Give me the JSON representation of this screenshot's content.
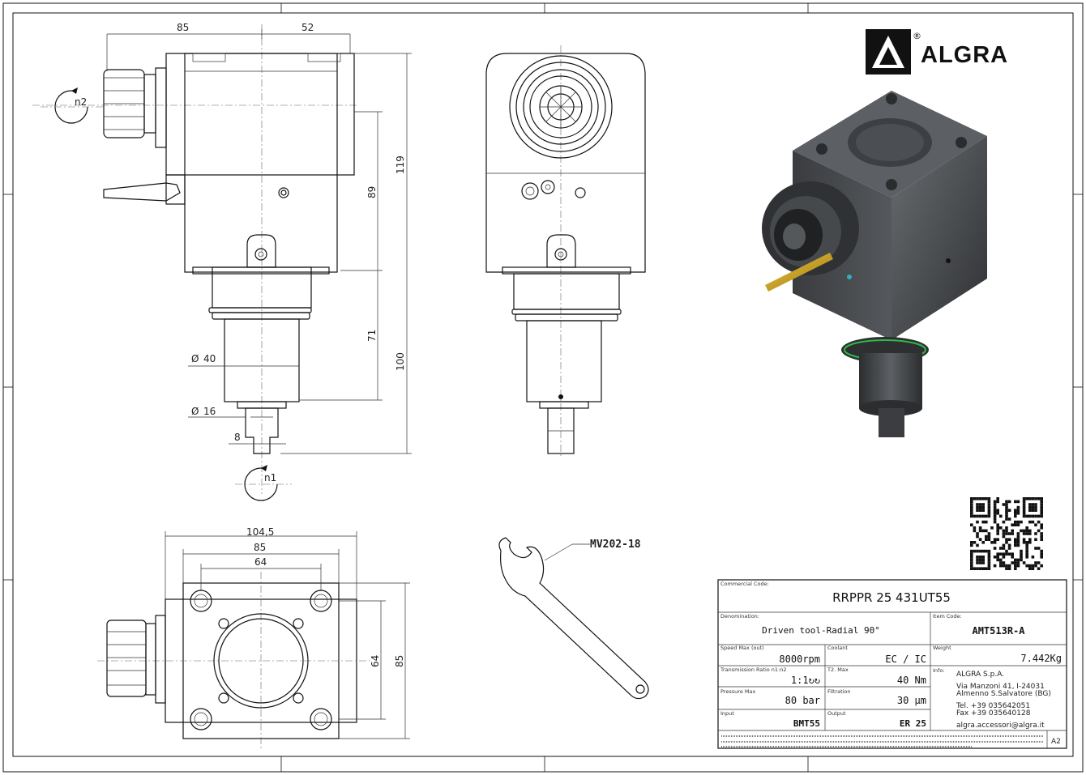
{
  "logo": {
    "brand": "ALGRA",
    "registered": "®"
  },
  "dimensions": {
    "top_width_left": "85",
    "top_width_right": "52",
    "height_total": "119",
    "height_body": "89",
    "height_shank": "71",
    "height_full": "100",
    "dia_shank": "40",
    "dia_pin": "16",
    "pin_width": "8",
    "rot_top": "n2",
    "rot_bottom": "n1",
    "bottom_width_outer": "104,5",
    "bottom_width_mid": "85",
    "bottom_width_inner": "64",
    "bottom_height_inner": "64",
    "bottom_height_outer": "85",
    "dia_symbol": "Ø"
  },
  "wrench": {
    "label": "MV202-18"
  },
  "title_block": {
    "commercial_code_label": "Commercial Code:",
    "commercial_code": "RRPPR 25 431UT55",
    "denomination_label": "Denomination:",
    "denomination": "Driven tool-Radial 90°",
    "item_code_label": "Item Code:",
    "item_code": "AMT513R-A",
    "speed_label": "Speed Max (out)",
    "speed": "8000rpm",
    "coolant_label": "Coolant",
    "coolant": "EC / IC",
    "weight_label": "Weight",
    "weight": "7.442Kg",
    "ratio_label": "Transmission Ratio n1:n2",
    "ratio": "1:1↻↻",
    "torque_label": "T2. Max",
    "torque": "40 Nm",
    "info_label": "Info:",
    "pressure_label": "Pressure Max",
    "pressure": "80 bar",
    "filtration_label": "Filtration",
    "filtration": "30 μm",
    "input_label": "Input",
    "input": "BMT55",
    "output_label": "Output",
    "output": "ER 25",
    "company": "ALGRA S.p.A.",
    "address1": "Via Manzoni 41, I-24031",
    "address2": "Almenno S.Salvatore (BG)",
    "tel": "Tel. +39 035642051",
    "fax": "Fax +39 035640128",
    "email": "algra.accessori@algra.it",
    "sheet_size": "A2"
  }
}
